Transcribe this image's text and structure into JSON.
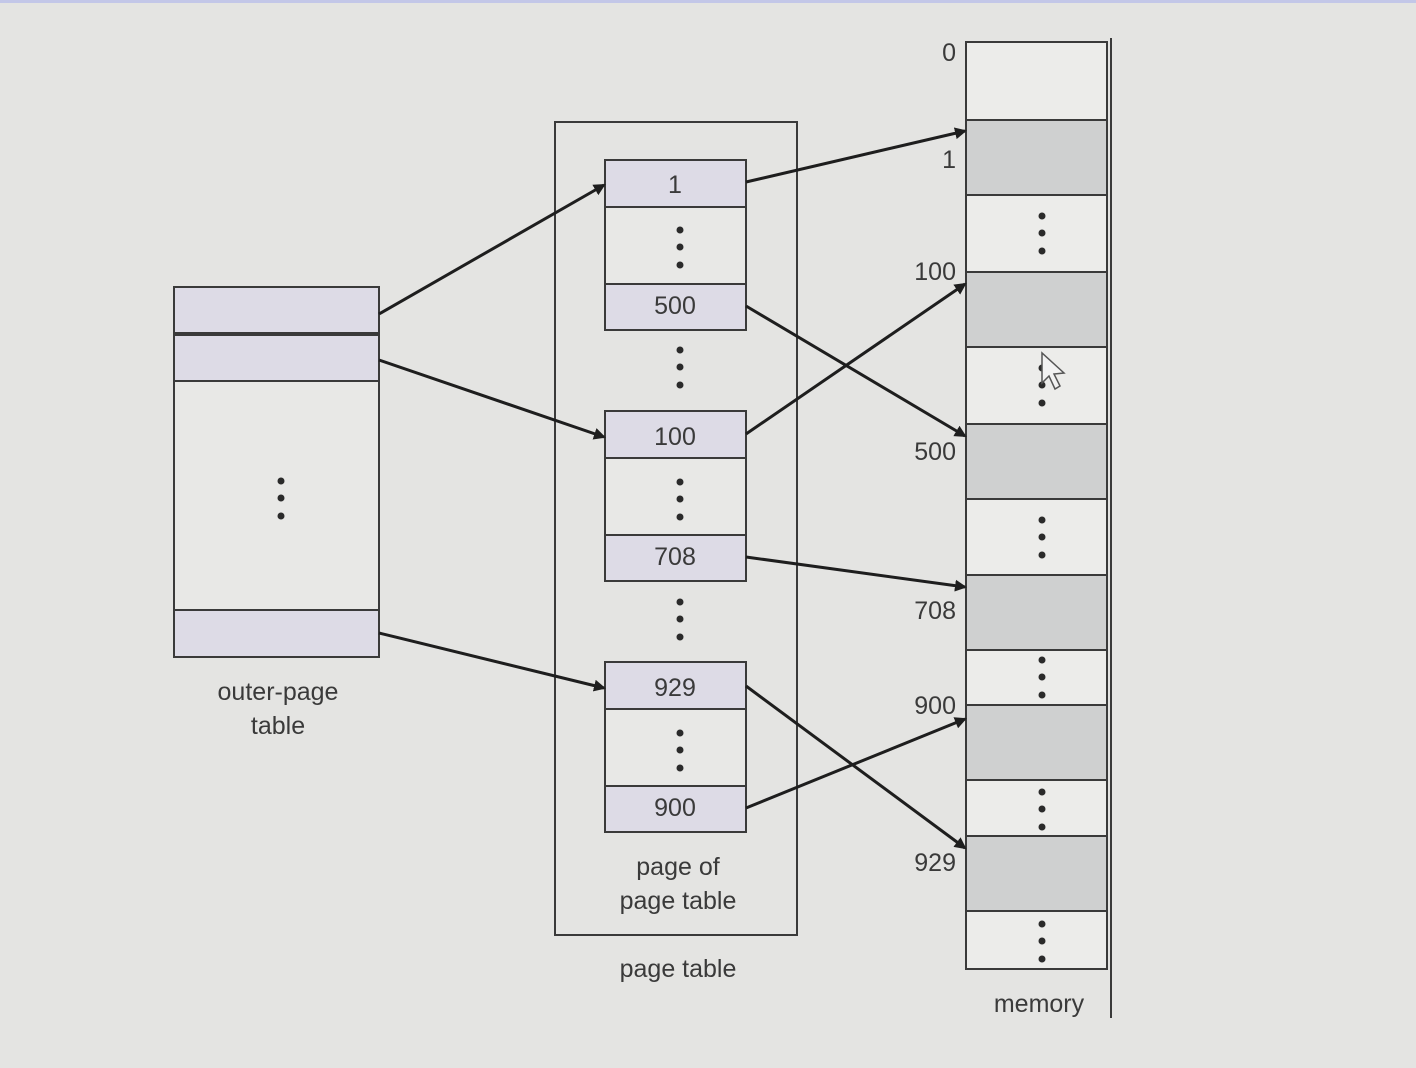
{
  "outer_table": {
    "label_line1": "outer-page",
    "label_line2": "table"
  },
  "page_table": {
    "label": "page table",
    "page_of_label_line1": "page of",
    "page_of_label_line2": "page table",
    "entries": [
      {
        "value": "1"
      },
      {
        "value": "500"
      },
      {
        "value": "100"
      },
      {
        "value": "708"
      },
      {
        "value": "929"
      },
      {
        "value": "900"
      }
    ]
  },
  "memory": {
    "label": "memory",
    "addresses": [
      "0",
      "1",
      "100",
      "500",
      "708",
      "900",
      "929"
    ]
  },
  "mappings": [
    {
      "from": "outer-entry-1",
      "to": "1"
    },
    {
      "from": "outer-entry-2",
      "to": "100"
    },
    {
      "from": "outer-entry-last",
      "to": "929"
    },
    {
      "from": "1",
      "to": "1"
    },
    {
      "from": "500",
      "to": "500"
    },
    {
      "from": "100",
      "to": "100"
    },
    {
      "from": "708",
      "to": "708"
    },
    {
      "from": "929",
      "to": "929"
    },
    {
      "from": "900",
      "to": "900"
    }
  ],
  "colors": {
    "page_cell": "#dddbe6",
    "memory_frame_shaded": "#cfd0d0",
    "background": "#e4e4e2"
  }
}
